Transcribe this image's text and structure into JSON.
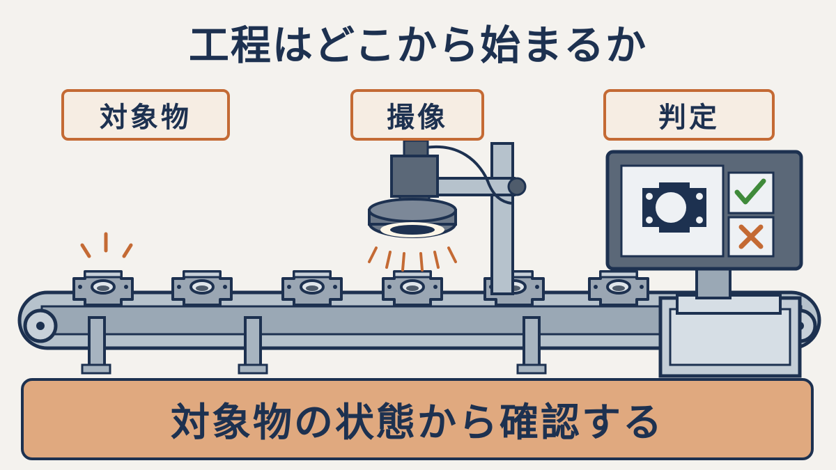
{
  "heading": "工程はどこから始まるか",
  "stages": [
    {
      "label": "対象物"
    },
    {
      "label": "撮像"
    },
    {
      "label": "判定"
    }
  ],
  "banner": "対象物の状態から確認する",
  "icons": [
    "object-part-icon",
    "camera-icon",
    "ring-light-icon",
    "monitor-icon",
    "check-icon",
    "cross-icon",
    "conveyor-belt-icon"
  ],
  "colors": {
    "navy": "#1d3150",
    "accent_orange": "#c46a34",
    "check_green": "#3f8a3a",
    "banner_fill": "#e0a97f",
    "background": "#f4f2ee"
  }
}
